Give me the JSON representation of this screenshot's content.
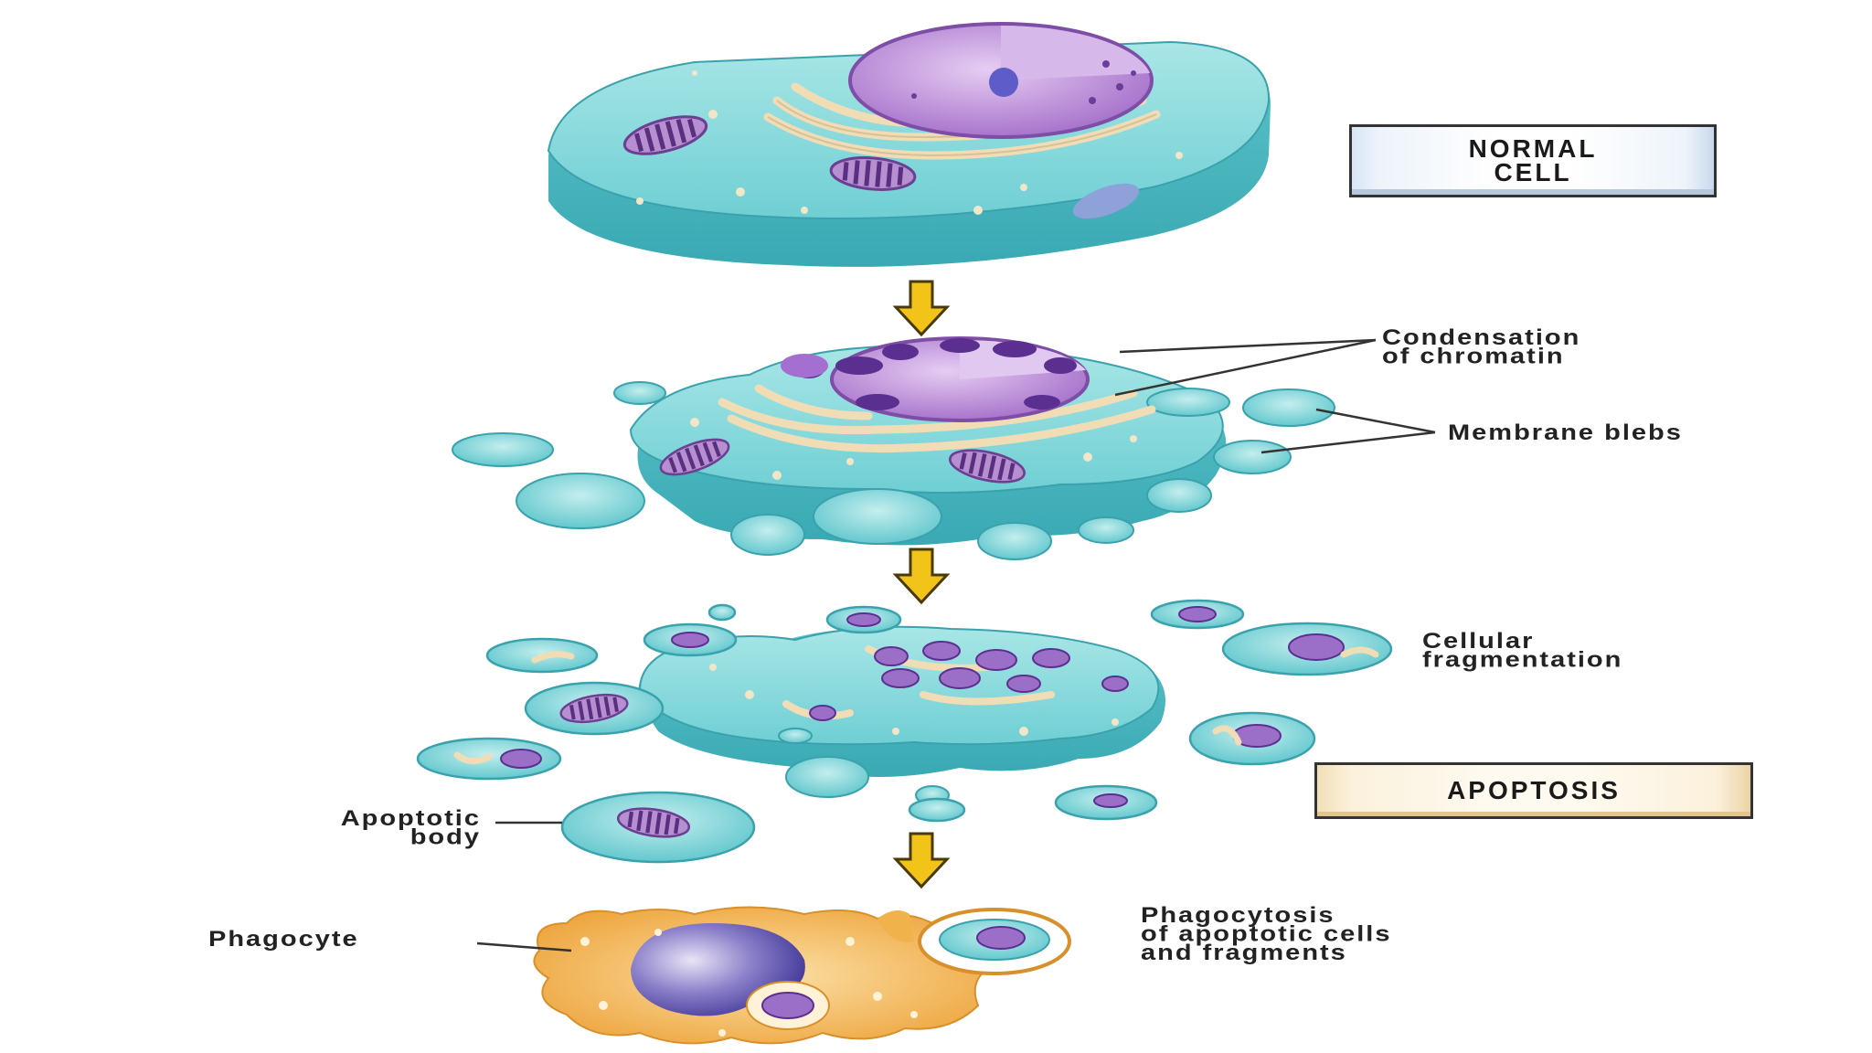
{
  "labels": {
    "normal_cell_line1": "NORMAL",
    "normal_cell_line2": "CELL",
    "condensation_line1": "Condensation",
    "condensation_line2": "of chromatin",
    "membrane_blebs": "Membrane blebs",
    "fragmentation_line1": "Cellular",
    "fragmentation_line2": "fragmentation",
    "apoptosis": "APOPTOSIS",
    "apoptotic_body_line1": "Apoptotic",
    "apoptotic_body_line2": "body",
    "phagocyte": "Phagocyte",
    "phagocytosis_line1": "Phagocytosis",
    "phagocytosis_line2": "of apoptotic cells",
    "phagocytosis_line3": "and fragments"
  },
  "colors": {
    "cytoplasm": "#7fd3d6",
    "cytoplasm_dark": "#4fb8bf",
    "nucleus": "#b78ad6",
    "chromatin": "#6a3d99",
    "golgi": "#f3e3c3",
    "mitochondria": "#8a5aa8",
    "arrow": "#f2c318",
    "phagocyte": "#f0b24a"
  },
  "icons": [
    "down-arrow-icon"
  ]
}
